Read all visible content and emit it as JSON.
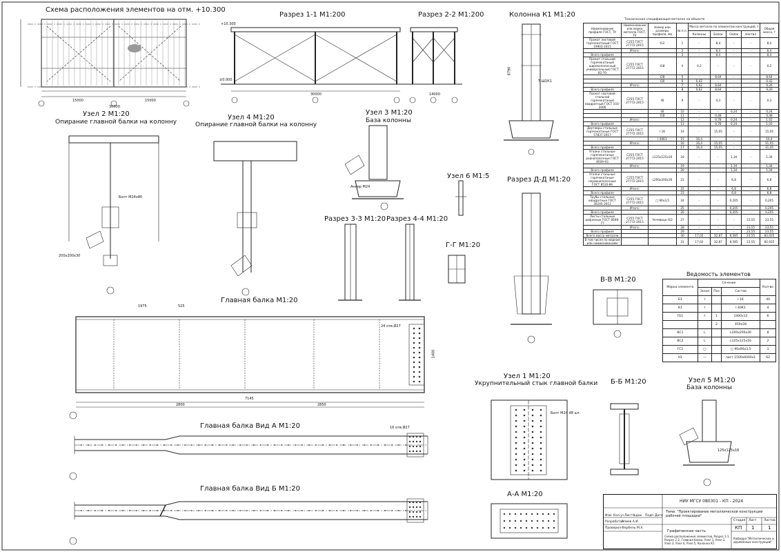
{
  "views": {
    "scheme": "Схема расположения элементов на отм. +10.300",
    "section11": "Разрез 1-1 М1:200",
    "section22": "Разрез 2-2 М1:200",
    "column": "Колонна К1 М1:20",
    "node2": "Узел 2 М1:20",
    "node2_sub": "Опирание главной балки на колонну",
    "node4": "Узел 4 М1:20",
    "node4_sub": "Опирание главной балки на колонну",
    "node3": "Узел 3 М1:20",
    "node3_sub": "База колонны",
    "node6": "Узел 6 М1:5",
    "sec33": "Разрез 3-3 М1:20",
    "sec44": "Разрез 4-4 М1:20",
    "secGG": "Г-Г М1:20",
    "secDD": "Разрез Д-Д М1:20",
    "secVV": "В-В М1:20",
    "main_beam": "Главная балка М1:20",
    "beam_viewA": "Главная балка Вид А М1:20",
    "beam_viewB": "Главная балка Вид Б М1:20",
    "node1": "Узел 1 М1:20",
    "node1_sub": "Укрупнительный стык главной балки",
    "secBB": "Б-Б М1:20",
    "node5": "Узел 5 М1:20",
    "node5_sub": "База колонны",
    "secAA": "А-А М1:20"
  },
  "dims": {
    "l15000a": "15000",
    "l15000b": "15000",
    "l30000": "30000",
    "l14000": "14000",
    "h10300": "+10.300",
    "h0000": "±0.000",
    "beam_7145": "7145",
    "beam_2800": "2800",
    "beam_2850": "2850",
    "beam_1975": "1975",
    "beam_525": "525",
    "beam_1400": "1400",
    "col_8790": "8790"
  },
  "notes": {
    "bolt_m24": "Болт М24х80",
    "holes_24": "24 отв.Ø27",
    "holes_16": "16 отв.Ø27",
    "plate1": "200х200х30",
    "plate2": "125х125х16",
    "bolt_m24_48": "Болт М24 48 шт.",
    "tk1": "Т Ш1К1",
    "anchor": "Анкер М24"
  },
  "spec": {
    "caption": "Техническая спецификация металла на объекте",
    "headers": [
      "Наименование профиля ГОСТ, ТУ",
      "Наименование или марка металла ГОСТ, ТУ",
      "Номер или размеры профиля, мм",
      "№ п.п.",
      "Колонны",
      "Балки",
      "Связи",
      "Настил",
      "Общая масса, т"
    ],
    "group_header": "Масса металла по элементам конструкций, т",
    "rows": [
      [
        "Прокат листовой горячекатаный ГОСТ 19903-2015",
        "С255 ГОСТ 27772-2015",
        "t12",
        "1",
        "-",
        "8,4",
        "-",
        "-",
        "8,4"
      ],
      [
        "",
        "Итого:",
        "",
        "2",
        "-",
        "8,4",
        "-",
        "-",
        "8,4"
      ],
      [
        "Всего профиля",
        "",
        "",
        "3",
        "-",
        "8,4",
        "-",
        "-",
        "8,4"
      ],
      [
        "Прокат стальной горячекатаный широкополосный универсальный ГОСТ 82-70",
        "С255 ГОСТ 27772-2015",
        "t18",
        "4",
        "0,2",
        "-",
        "-",
        "-",
        "0,2"
      ],
      [
        "",
        "",
        "t28",
        "5",
        "-",
        "8,64",
        "-",
        "-",
        "8,64"
      ],
      [
        "",
        "",
        "t30",
        "6",
        "0,42",
        "-",
        "-",
        "-",
        "0,42"
      ],
      [
        "",
        "Итого:",
        "",
        "7",
        "0,62",
        "8,64",
        "-",
        "-",
        "9,26"
      ],
      [
        "Всего профиля",
        "",
        "",
        "8",
        "0,62",
        "8,64",
        "-",
        "-",
        "9,26"
      ],
      [
        "Прокат сортовой стальной горячекатаный квадратный ГОСТ 103-2006",
        "С255 ГОСТ 27772-2015",
        "t8",
        "9",
        "-",
        "0,3",
        "-",
        "-",
        "0,3"
      ],
      [
        "",
        "",
        "t8",
        "10",
        "-",
        "-",
        "0,24",
        "-",
        "0,24"
      ],
      [
        "",
        "",
        "t18",
        "11",
        "-",
        "0,48",
        "-",
        "-",
        "0,48"
      ],
      [
        "",
        "Итого:",
        "",
        "12",
        "-",
        "0,78",
        "0,24",
        "-",
        "1,02"
      ],
      [
        "Всего профиля",
        "",
        "",
        "13",
        "-",
        "0,78",
        "0,24",
        "-",
        "1,02"
      ],
      [
        "Двутавры стальные горячекатаные ГОСТ 57837-2017",
        "С255 ГОСТ 27772-2015",
        "I 16",
        "14",
        "-",
        "15,05",
        "-",
        "-",
        "15,05"
      ],
      [
        "",
        "",
        "I 40К1",
        "15",
        "16,4",
        "-",
        "-",
        "-",
        "16,4"
      ],
      [
        "",
        "Итого:",
        "",
        "16",
        "16,4",
        "15,05",
        "-",
        "-",
        "31,45"
      ],
      [
        "Всего профиля",
        "",
        "",
        "17",
        "16,4",
        "15,05",
        "-",
        "-",
        "31,45"
      ],
      [
        "Уголки стальные горячекатаные равнополочные ГОСТ 8509-93",
        "С255 ГОСТ 27772-2015",
        "L125х125х16",
        "18",
        "-",
        "-",
        "1,34",
        "-",
        "1,34"
      ],
      [
        "",
        "Итого:",
        "",
        "19",
        "-",
        "-",
        "1,34",
        "-",
        "1,34"
      ],
      [
        "Всего профиля",
        "",
        "",
        "20",
        "-",
        "-",
        "1,34",
        "-",
        "1,34"
      ],
      [
        "Уголки стальные горячекатаные неравнополочные ГОСТ 8510-86",
        "С255 ГОСТ 27772-2015",
        "L200х200х30",
        "21",
        "-",
        "-",
        "6,8",
        "-",
        "6,8"
      ],
      [
        "",
        "Итого:",
        "",
        "22",
        "-",
        "-",
        "6,8",
        "-",
        "6,8"
      ],
      [
        "Всего профиля",
        "",
        "",
        "23",
        "-",
        "-",
        "6,8",
        "-",
        "6,8"
      ],
      [
        "Трубы стальные квадратные ГОСТ 30245-2012",
        "С255 ГОСТ 27772-2015",
        "□ 90х3,5",
        "24",
        "-",
        "-",
        "0,205",
        "-",
        "0,205"
      ],
      [
        "",
        "Итого:",
        "",
        "25",
        "-",
        "-",
        "0,205",
        "-",
        "0,205"
      ],
      [
        "Всего профиля",
        "",
        "",
        "26",
        "-",
        "-",
        "0,205",
        "-",
        "0,205"
      ],
      [
        "Листы стальные рифленые ГОСТ 8568-77",
        "С255 ГОСТ 27772-2015",
        "Чечевица t10",
        "27",
        "-",
        "-",
        "-",
        "23,55",
        "23,55"
      ],
      [
        "",
        "Итого:",
        "",
        "28",
        "-",
        "-",
        "-",
        "23,55",
        "23,55"
      ],
      [
        "Всего профиля",
        "",
        "",
        "29",
        "-",
        "-",
        "-",
        "23,55",
        "23,55"
      ],
      [
        "Всего масса металла",
        "",
        "",
        "30",
        "17,02",
        "32,87",
        "8,585",
        "23,55",
        "82,025"
      ],
      [
        "В том числе по маркам или наименованиям",
        "",
        "",
        "31",
        "17,02",
        "32,87",
        "8,585",
        "23,55",
        "82,025"
      ]
    ]
  },
  "ved": {
    "caption": "Ведомость элементов",
    "headers": [
      "Марка элемента",
      "Эскиз",
      "Поз",
      "Состав",
      "Кол-во"
    ],
    "group": "Сечение",
    "rows": [
      [
        "Б1",
        "I",
        "",
        "I 16",
        "40"
      ],
      [
        "К1",
        "I",
        "",
        "I 40К1",
        "4"
      ],
      [
        "ГБ1",
        "I",
        "1",
        "1400х12",
        "6"
      ],
      [
        "",
        "",
        "2",
        "450х28",
        ""
      ],
      [
        "ВС1",
        "L",
        "",
        "L200х200х30",
        "8"
      ],
      [
        "ВС2",
        "L",
        "",
        "L125х125х16",
        "2"
      ],
      [
        "ГС1",
        "□",
        "",
        "□ 90х90х3,5",
        "1"
      ],
      [
        "Н1",
        "—",
        "",
        "лист 1500х6000х1",
        "62"
      ]
    ]
  },
  "stamp": {
    "code": "НИУ МГСУ 080301 - КП - 2024",
    "topic": "Тема: \"Проектирование металлической конструкции рабочей площадки\"",
    "part": "Графическая часть",
    "stage_h": "Стадия",
    "sheet_h": "Лист",
    "sheets_h": "Листов",
    "stage": "КП",
    "sheet": "1",
    "sheets": "1",
    "desc": "Схема расположения элементов, Разрез 1-1, Разрез 2-2, Главная балка, Узел 1, Узел 2, Узел 3, Узел 4, Узел 5, Колонна К1",
    "dept": "Кафедра \"Металлических и деревянных конструкций\"",
    "r1": "Изм.",
    "r2": "Кол.уч",
    "r3": "Лист",
    "r4": "№док",
    "r5": "Подп.",
    "r6": "Дата",
    "dev": "Разработал",
    "dev_name": "Алиев А.И.",
    "chk": "Проверил",
    "chk_name": "Фарбель М.Х."
  }
}
